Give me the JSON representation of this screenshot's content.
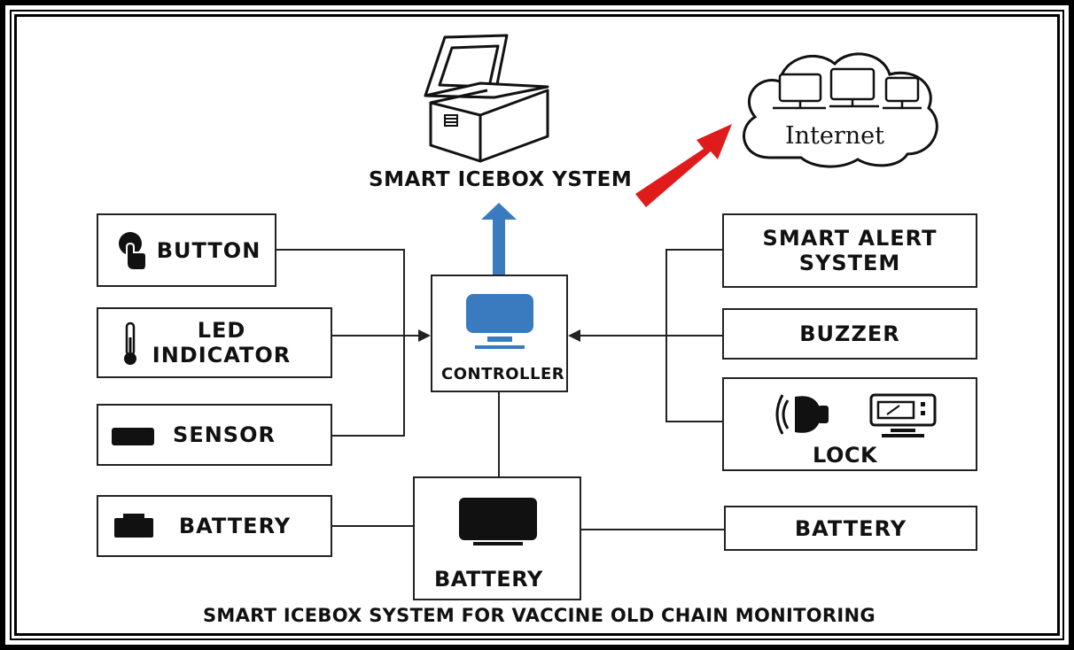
{
  "diagram": {
    "title": "SMART ICEBOX SYSTEM FOR VACCINE OLD CHAIN MONITORING",
    "top_label": "SMART ICEBOX YSTEM",
    "cloud_label": "Internet",
    "left_boxes": {
      "button": "BUTTON",
      "led_line1": "LED",
      "led_line2": "INDICATOR",
      "sensor": "SENSOR",
      "battery": "BATTERY"
    },
    "controller_label": "CONTROLLER",
    "center_battery_label": "BATTERY",
    "right_boxes": {
      "alert_line1": "SMART ALERT",
      "alert_line2": "SYSTEM",
      "buzzer": "BUZZER",
      "lock": "LOCK",
      "battery": "BATTERY"
    }
  },
  "colors": {
    "controller_monitor": "#3a7bbf",
    "up_arrow": "#3a7bbf",
    "internet_arrow": "#e01b1b",
    "ink": "#111111"
  }
}
